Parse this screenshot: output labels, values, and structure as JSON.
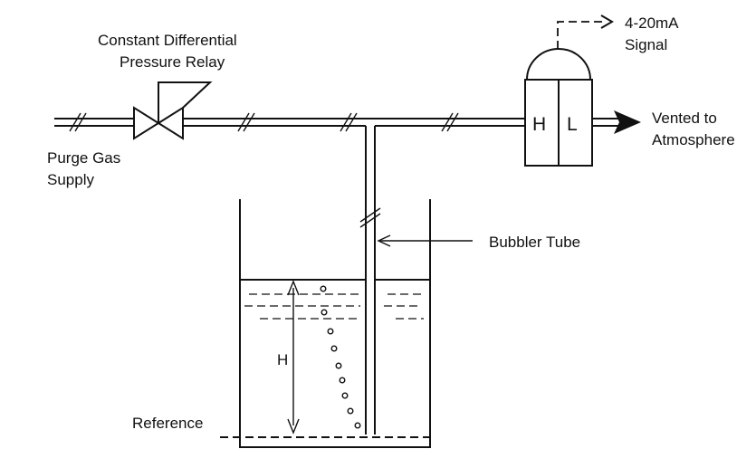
{
  "diagram": {
    "labels": {
      "relay_line1": "Constant Differential",
      "relay_line2": "Pressure Relay",
      "purge_line1": "Purge Gas",
      "purge_line2": "Supply",
      "signal_line1": "4-20mA",
      "signal_line2": "Signal",
      "vent_line1": "Vented to",
      "vent_line2": "Atmosphere",
      "high_port": "H",
      "low_port": "L",
      "bubbler_tube": "Bubbler Tube",
      "height": "H",
      "reference": "Reference"
    },
    "icons": {
      "valve": "relay-valve-icon",
      "transmitter": "dp-transmitter-icon",
      "arrow": "flow-arrow-icon"
    },
    "colors": {
      "line": "#111111",
      "background": "#ffffff"
    }
  }
}
